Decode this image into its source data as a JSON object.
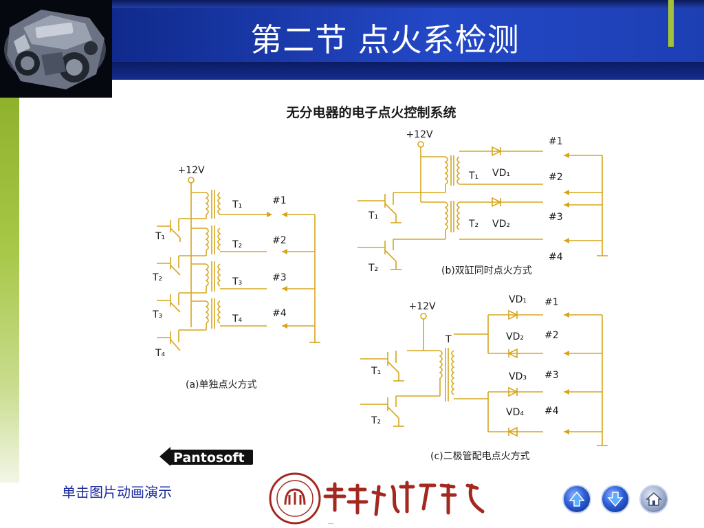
{
  "slide": {
    "title": "第二节 点火系检测",
    "caption": "单击图片动画演示"
  },
  "diagram": {
    "heading": "无分电器的电子点火控制系统",
    "a": {
      "supply": "+12V",
      "transistors": [
        "T₁",
        "T₂",
        "T₃",
        "T₄"
      ],
      "coils": [
        "T₁",
        "T₂",
        "T₃",
        "T₄"
      ],
      "outputs": [
        "#1",
        "#2",
        "#3",
        "#4"
      ],
      "caption": "(a)单独点火方式"
    },
    "b": {
      "supply": "+12V",
      "transistors": [
        "T₁",
        "T₂"
      ],
      "coils": [
        "T₁",
        "T₂"
      ],
      "diodes": [
        "VD₁",
        "VD₂"
      ],
      "outputs": [
        "#1",
        "#2",
        "#3",
        "#4"
      ],
      "caption": "(b)双缸同时点火方式"
    },
    "c": {
      "supply": "+12V",
      "transformer": "T",
      "transistors": [
        "T₁",
        "T₂"
      ],
      "diodes": [
        "VD₁",
        "VD₂",
        "VD₃",
        "VD₄"
      ],
      "outputs": [
        "#1",
        "#2",
        "#3",
        "#4"
      ],
      "caption": "(c)二极管配电点火方式"
    }
  },
  "logo": {
    "text": "Pantosoft"
  },
  "school": {
    "name": "天津工程师范学院"
  },
  "nav": {
    "up": "up-arrow-icon",
    "down": "down-arrow-icon",
    "home": "home-icon"
  },
  "colors": {
    "wire": "#d6a51d",
    "header": "#1d3fb4",
    "accent": "#a3c23a"
  }
}
